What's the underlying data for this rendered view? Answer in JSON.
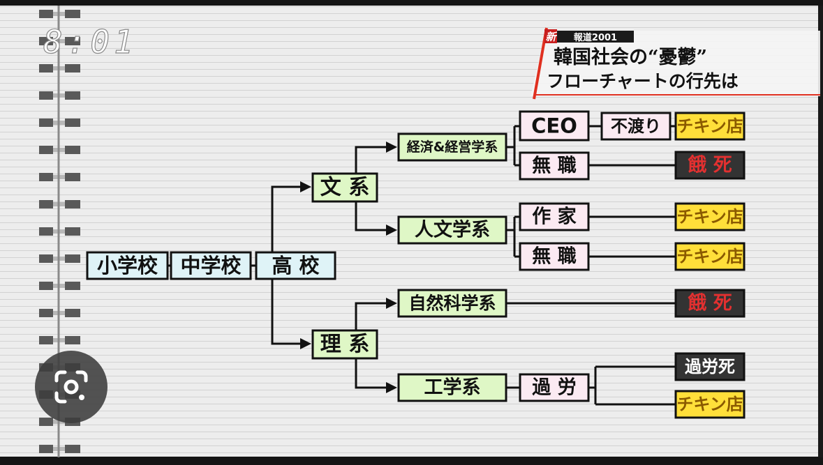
{
  "clock": "8:01",
  "corner_badge": {
    "logo": "新",
    "program": "報道2001"
  },
  "caption": {
    "line1": "韓国社会の“憂鬱”",
    "line2": "フローチャートの行先は"
  },
  "flowchart": {
    "nodes": {
      "elem": "小学校",
      "middle": "中学校",
      "high": "高 校",
      "bunkei": "文 系",
      "rikei": "理 系",
      "econ": "経済&経営学系",
      "humanities": "人文学系",
      "science": "自然科学系",
      "engineering": "工学系",
      "ceo": "CEO",
      "unemployed1": "無 職",
      "writer": "作 家",
      "unemployed2": "無 職",
      "overwork": "過 労",
      "bounce": "不渡り",
      "chicken1": "チキン店",
      "starve1": "餓 死",
      "chicken2": "チキン店",
      "chicken3": "チキン店",
      "starve2": "餓 死",
      "karoshi": "過労死",
      "chicken4": "チキン店"
    }
  },
  "colors": {
    "school_box": "#dff3f7",
    "green_box": "#dff7c6",
    "pink_box": "#fbeaf2",
    "yellow_box": "#ffdf3a",
    "yellow_text": "#8a5a00",
    "dark_box": "#333333",
    "red_text": "#e23030",
    "paper": "#ececec",
    "caption_red": "#e03020"
  },
  "overlay": {
    "icon": "google-lens-icon"
  }
}
